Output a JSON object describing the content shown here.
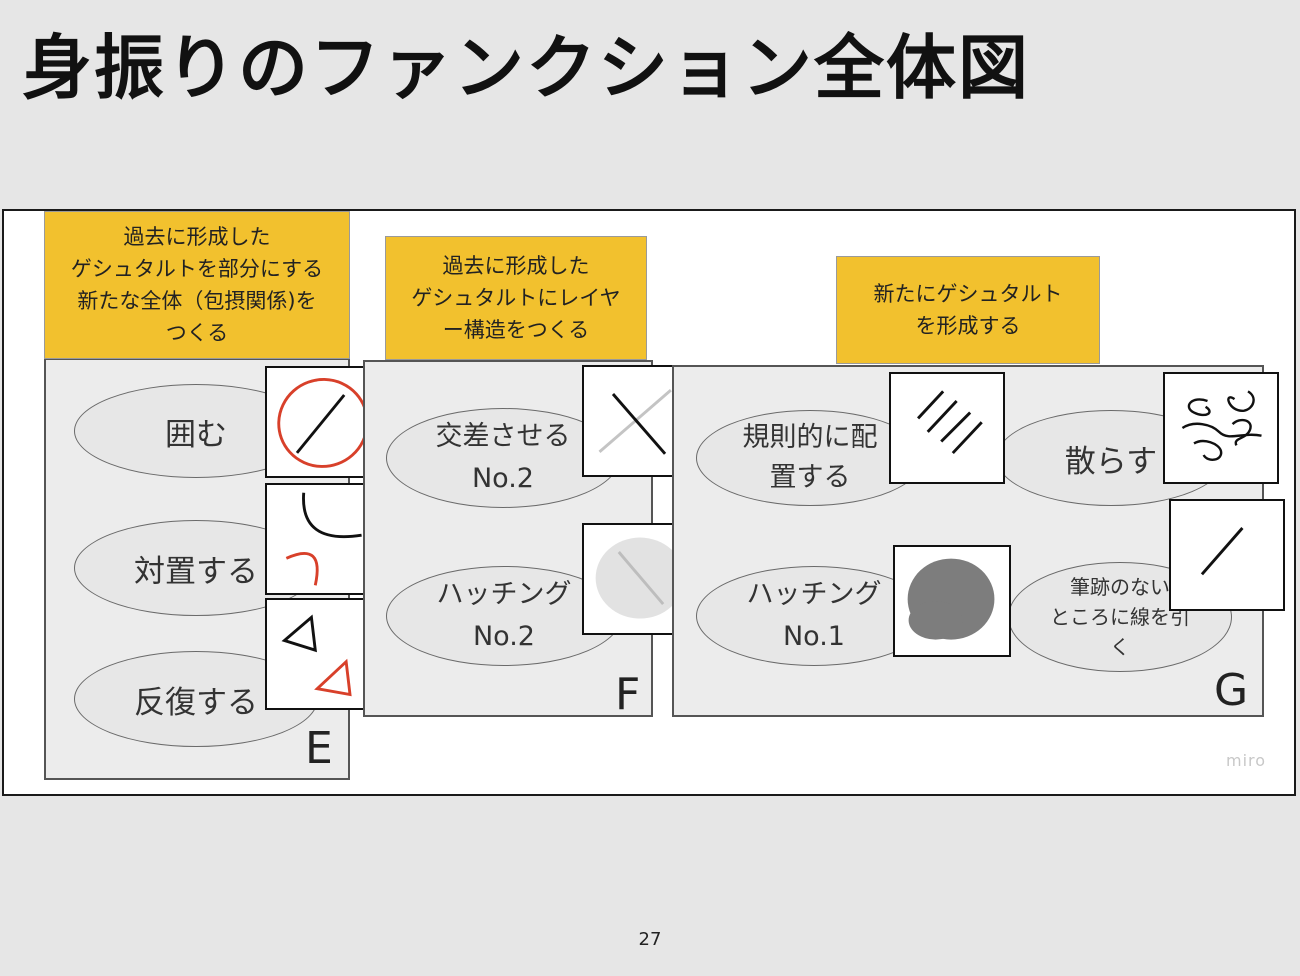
{
  "slide": {
    "title": "身振りのファンクション全体図",
    "page_number": "27",
    "watermark": "miro"
  },
  "groups": {
    "E": {
      "letter": "E",
      "note": "過去に形成した\nゲシュタルトを部分にする\n新たな全体（包摂関係)を\nつくる",
      "items": [
        "囲む",
        "対置する",
        "反復する"
      ]
    },
    "F": {
      "letter": "F",
      "note": "過去に形成した\nゲシュタルトにレイヤ\nー構造をつくる",
      "items": [
        "交差させる\nNo.2",
        "ハッチング\nNo.2"
      ]
    },
    "G": {
      "letter": "G",
      "note": "新たにゲシュタルト\nを形成する",
      "items": [
        "規則的に配\n置する",
        "散らす",
        "ハッチング\nNo.1",
        "筆跡のない\nところに線を引\nく"
      ]
    }
  },
  "colors": {
    "sticky": "#f2c12e",
    "accent_red": "#d8402a",
    "panel": "#ececec"
  }
}
